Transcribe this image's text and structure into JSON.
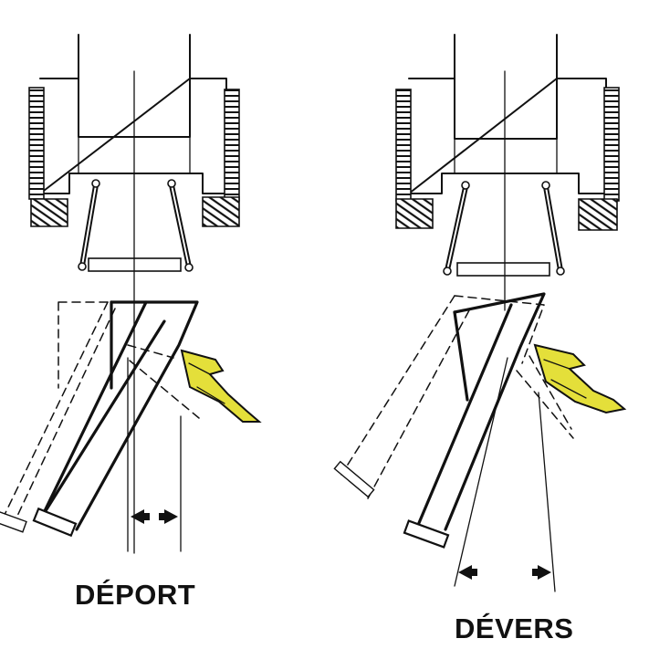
{
  "figures": [
    {
      "id": "deport",
      "label": "DÉPORT"
    },
    {
      "id": "devers",
      "label": "DÉVERS"
    }
  ],
  "colors": {
    "line": "#111111",
    "paper": "#ffffff",
    "highlight": "#e4df3a"
  },
  "icons": {
    "offset_arrows": "double-arrow-left-right-icon",
    "tilt_arrows": "double-arrow-left-right-icon"
  }
}
